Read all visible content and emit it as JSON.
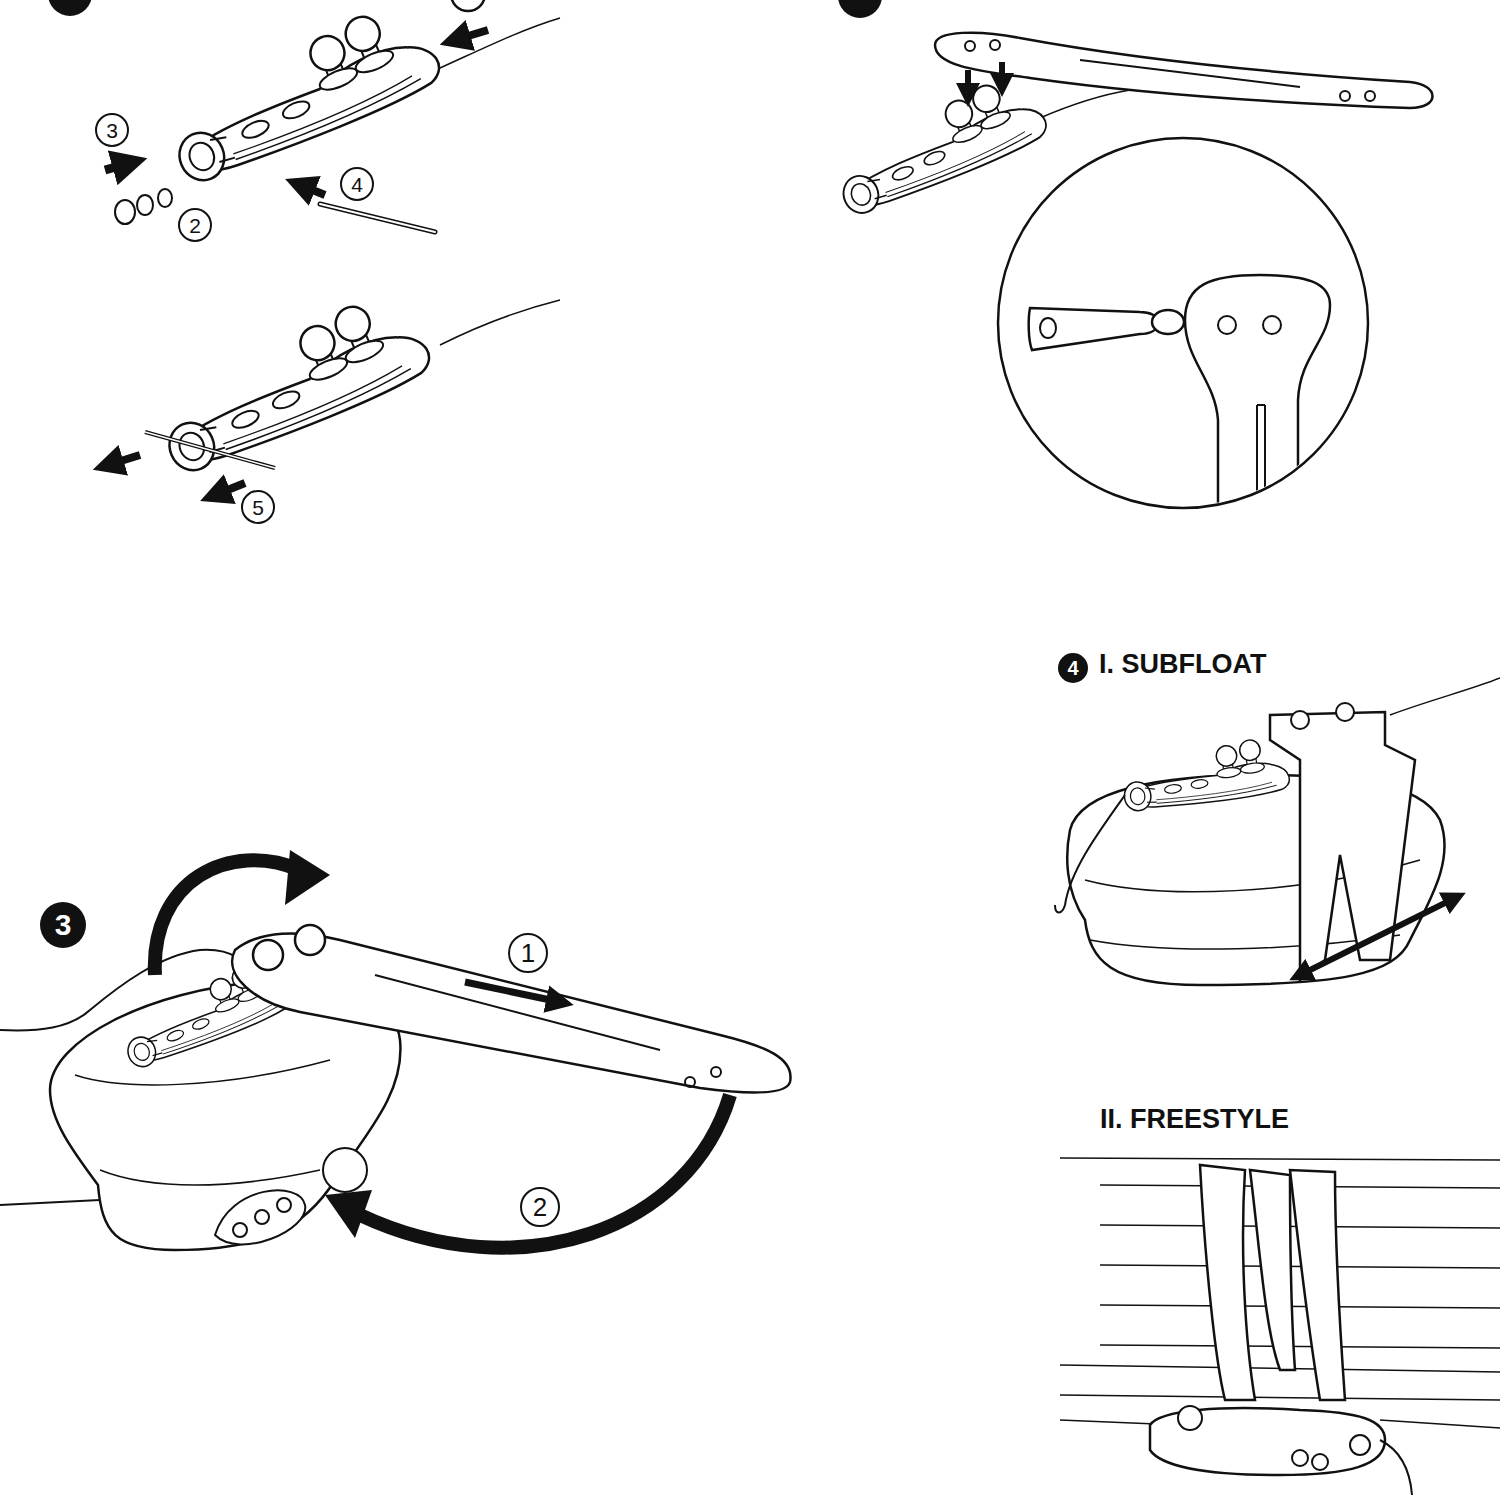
{
  "diagram": {
    "nodes": [
      {
        "text": [
          "3"
        ]
      },
      {
        "text": [
          "2"
        ]
      },
      {
        "text": [
          "4"
        ]
      },
      {
        "text": [
          "5"
        ]
      },
      {
        "text": [
          "3"
        ]
      },
      {
        "text": [
          "1"
        ]
      },
      {
        "text": [
          "2"
        ]
      },
      {
        "text": [
          "4"
        ]
      }
    ],
    "labels": [
      "I. SUBFLOAT",
      "II. FREESTYLE"
    ]
  }
}
